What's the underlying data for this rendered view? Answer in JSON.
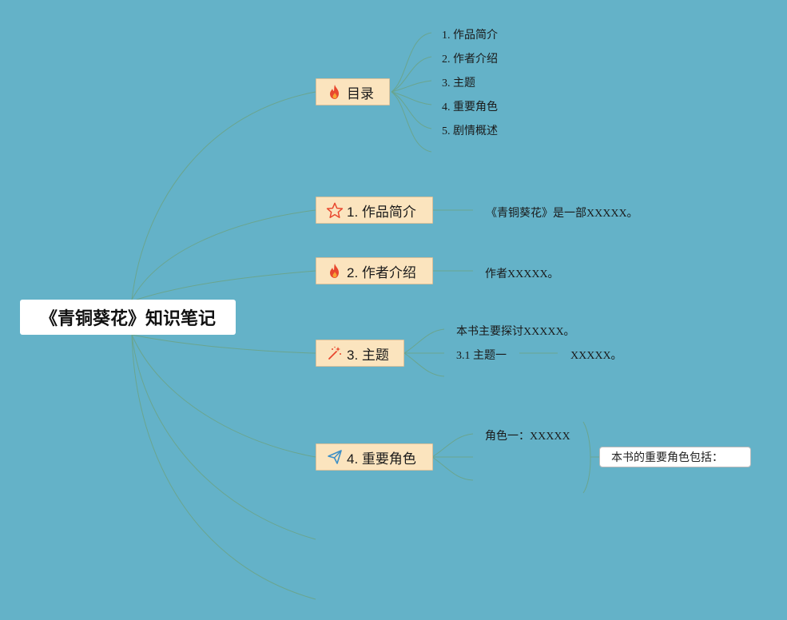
{
  "root": {
    "title": "《青铜葵花》知识笔记"
  },
  "toc": {
    "label": "目录",
    "icon": "fire-icon",
    "items": [
      "1. 作品简介",
      "2. 作者介绍",
      "3. 主题",
      "4. 重要角色",
      "5. 剧情概述"
    ]
  },
  "intro": {
    "label": "1. 作品简介",
    "icon": "star-outline-icon",
    "text": "《青铜葵花》是一部XXXXX。"
  },
  "author": {
    "label": "2. 作者介绍",
    "icon": "fire-icon",
    "text": "作者XXXXX。"
  },
  "theme": {
    "label": "3. 主题",
    "icon": "magic-wand-icon",
    "text": "本书主要探讨XXXXX。",
    "sub_label": "3.1 主题一",
    "sub_text": "XXXXX。"
  },
  "roles": {
    "label": "4. 重要角色",
    "icon": "paper-plane-icon",
    "role1": "角色一：XXXXX",
    "summary": "本书的重要角色包括："
  },
  "colors": {
    "background": "#64b2c8",
    "node_fill": "#fbe4be",
    "line": "#6aa58f",
    "icon_red": "#e8472e",
    "icon_blue": "#3d8fc6"
  }
}
